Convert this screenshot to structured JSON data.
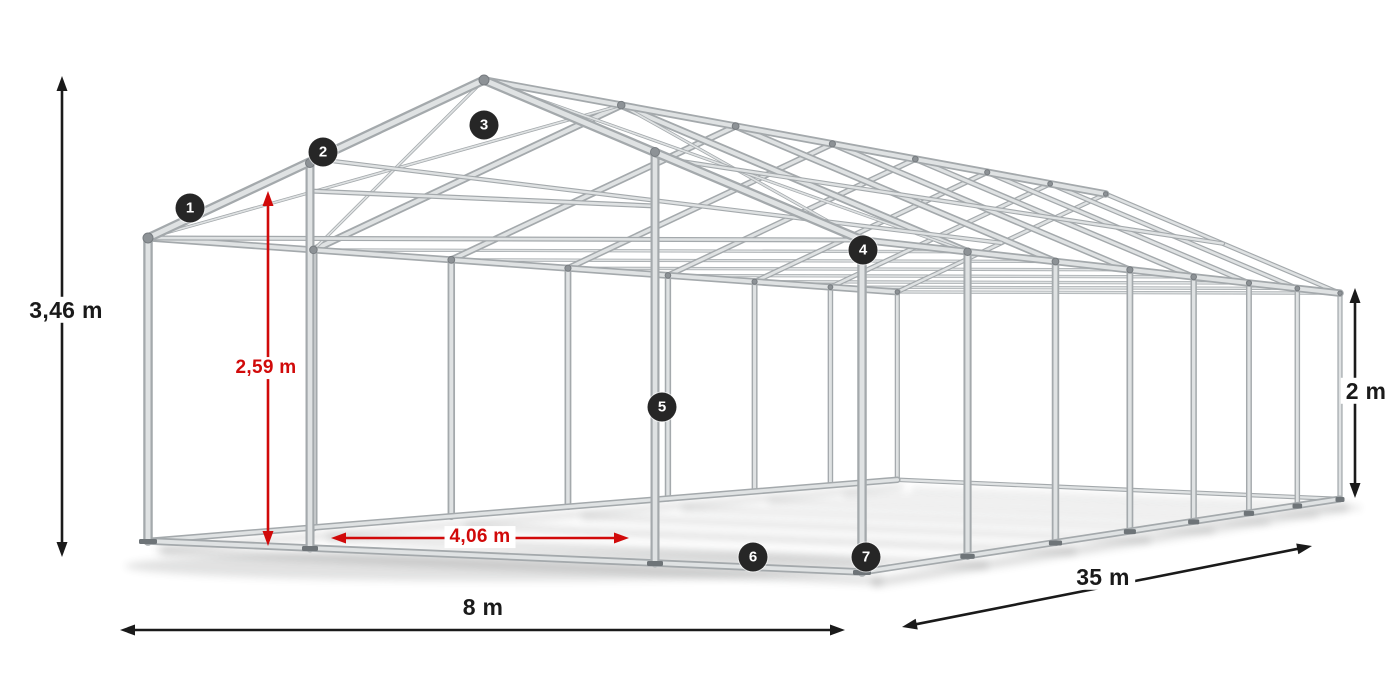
{
  "diagram": {
    "type": "tent-frame-dimension-diagram",
    "dimensions": {
      "total_height": "3,46 m",
      "door_height": "2,59 m",
      "door_width": "4,06 m",
      "width": "8 m",
      "length": "35 m",
      "side_height": "2 m"
    },
    "part_markers": [
      "1",
      "2",
      "3",
      "4",
      "5",
      "6",
      "7"
    ],
    "colors": {
      "dimension_black": "#1a1a1a",
      "dimension_red": "#d10a0a",
      "frame_dark": "#a4a9ac",
      "frame_light": "#dfe2e3",
      "joint": "#8d9296",
      "badge_bg": "#262626",
      "badge_text": "#ffffff",
      "background": "#ffffff"
    }
  }
}
